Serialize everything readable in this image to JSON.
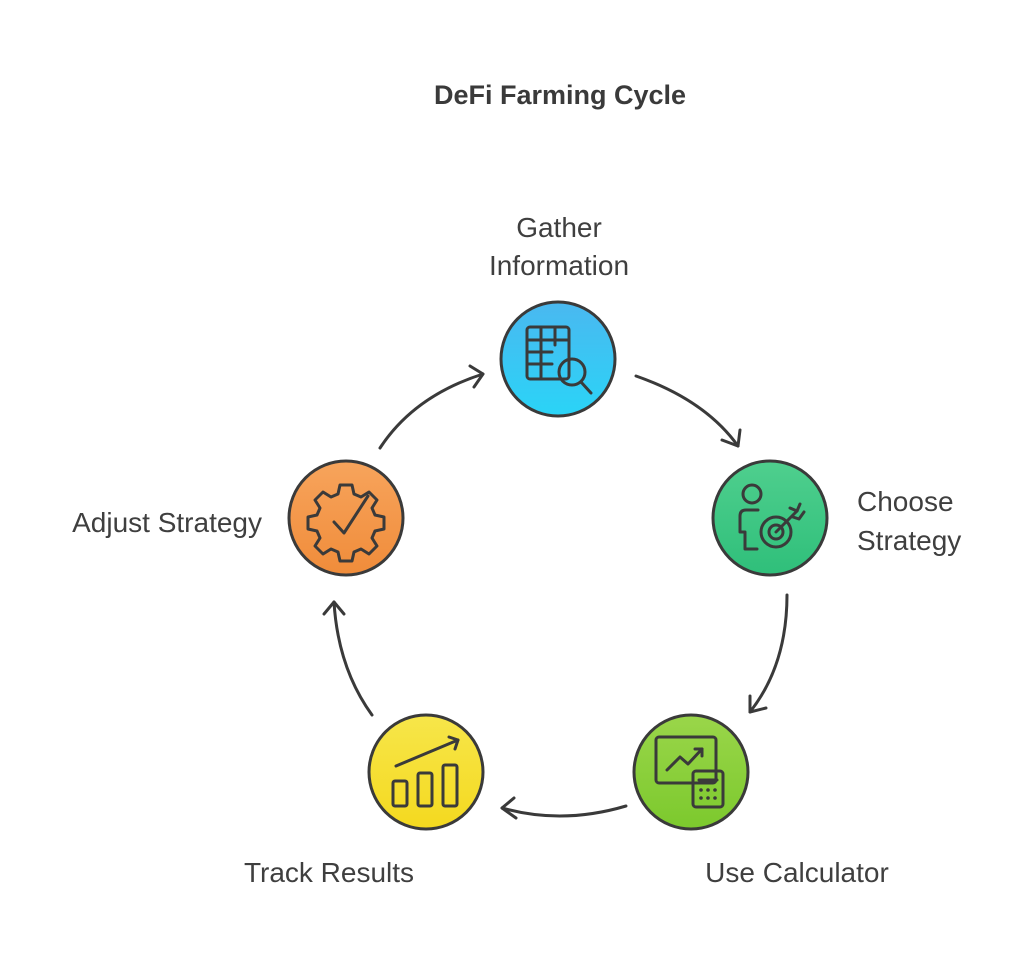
{
  "title": "DeFi Farming Cycle",
  "steps": [
    {
      "id": "gather-information",
      "label_lines": [
        "Gather",
        "Information"
      ],
      "icon": "table-search-icon",
      "gradient": [
        "#4ab8f0",
        "#2ad4f7"
      ]
    },
    {
      "id": "choose-strategy",
      "label_lines": [
        "Choose",
        "Strategy"
      ],
      "icon": "person-target-icon",
      "gradient": [
        "#4fcf8e",
        "#2fbf7a"
      ]
    },
    {
      "id": "use-calculator",
      "label_lines": [
        "Use Calculator"
      ],
      "icon": "chart-calculator-icon",
      "gradient": [
        "#9ad64a",
        "#7cc92d"
      ]
    },
    {
      "id": "track-results",
      "label_lines": [
        "Track Results"
      ],
      "icon": "bar-chart-trend-icon",
      "gradient": [
        "#f7e64a",
        "#f4d91f"
      ]
    },
    {
      "id": "adjust-strategy",
      "label_lines": [
        "Adjust Strategy"
      ],
      "icon": "gear-check-icon",
      "gradient": [
        "#f7a45c",
        "#f08c3a"
      ]
    }
  ],
  "connections": [
    {
      "from": "gather-information",
      "to": "choose-strategy"
    },
    {
      "from": "choose-strategy",
      "to": "use-calculator"
    },
    {
      "from": "use-calculator",
      "to": "track-results"
    },
    {
      "from": "track-results",
      "to": "adjust-strategy"
    },
    {
      "from": "adjust-strategy",
      "to": "gather-information"
    }
  ]
}
